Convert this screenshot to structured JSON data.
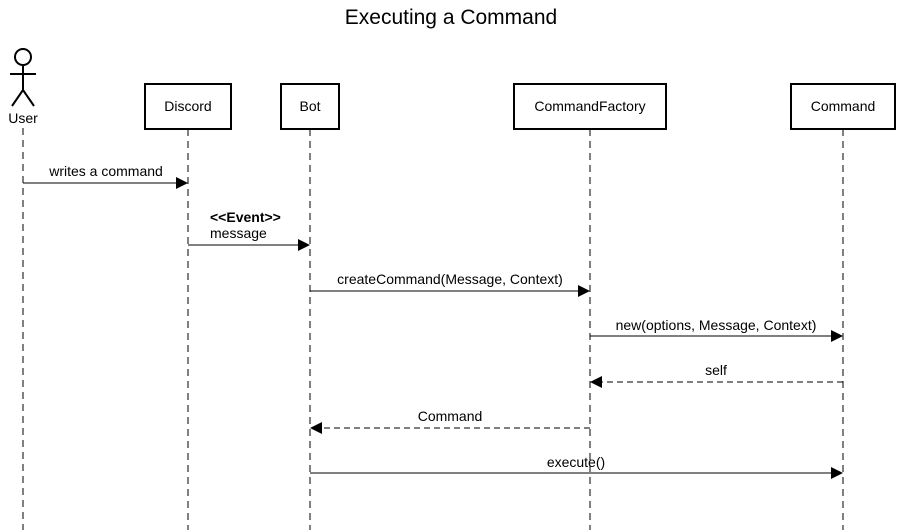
{
  "title": "Executing a Command",
  "actor": {
    "name": "User"
  },
  "participants": [
    {
      "name": "Discord"
    },
    {
      "name": "Bot"
    },
    {
      "name": "CommandFactory"
    },
    {
      "name": "Command"
    }
  ],
  "messages": [
    {
      "from": "User",
      "to": "Discord",
      "label": "writes a command",
      "kind": "sync"
    },
    {
      "from": "Discord",
      "to": "Bot",
      "stereotype": "<<Event>>",
      "label": "message",
      "kind": "sync"
    },
    {
      "from": "Bot",
      "to": "CommandFactory",
      "label": "createCommand(Message, Context)",
      "kind": "sync"
    },
    {
      "from": "CommandFactory",
      "to": "Command",
      "label": "new(options, Message, Context)",
      "kind": "sync"
    },
    {
      "from": "Command",
      "to": "CommandFactory",
      "label": "self",
      "kind": "return"
    },
    {
      "from": "CommandFactory",
      "to": "Bot",
      "label": "Command",
      "kind": "return"
    },
    {
      "from": "Bot",
      "to": "Command",
      "label": "execute()",
      "kind": "sync"
    }
  ]
}
